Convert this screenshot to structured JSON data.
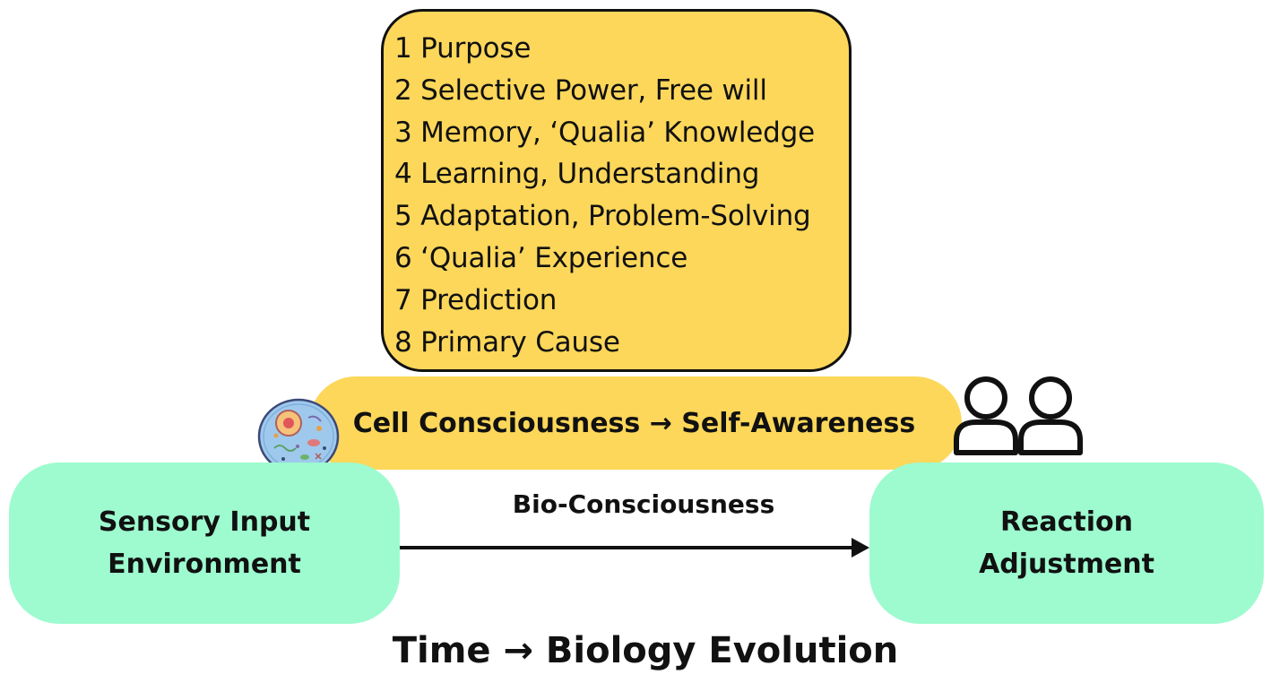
{
  "list": {
    "items": [
      "1 Purpose",
      "2 Selective Power, Free will",
      "3 Memory, ‘Qualia’ Knowledge",
      "4 Learning, Understanding",
      "5 Adaptation, Problem-Solving",
      "6 ‘Qualia’ Experience",
      "7 Prediction",
      "8 Primary Cause"
    ]
  },
  "pill_label": "Cell Consciousness → Self-Awareness",
  "left_box": {
    "line1": "Sensory Input",
    "line2": "Environment"
  },
  "right_box": {
    "line1": "Reaction",
    "line2": "Adjustment"
  },
  "arrow_label": "Bio-Consciousness",
  "footer_label": "Time → Biology Evolution",
  "icons": {
    "left": "cell-icon",
    "right": "people-icon"
  },
  "colors": {
    "yellow": "#fcd75a",
    "green": "#9dfbcf",
    "outline": "#111111"
  }
}
